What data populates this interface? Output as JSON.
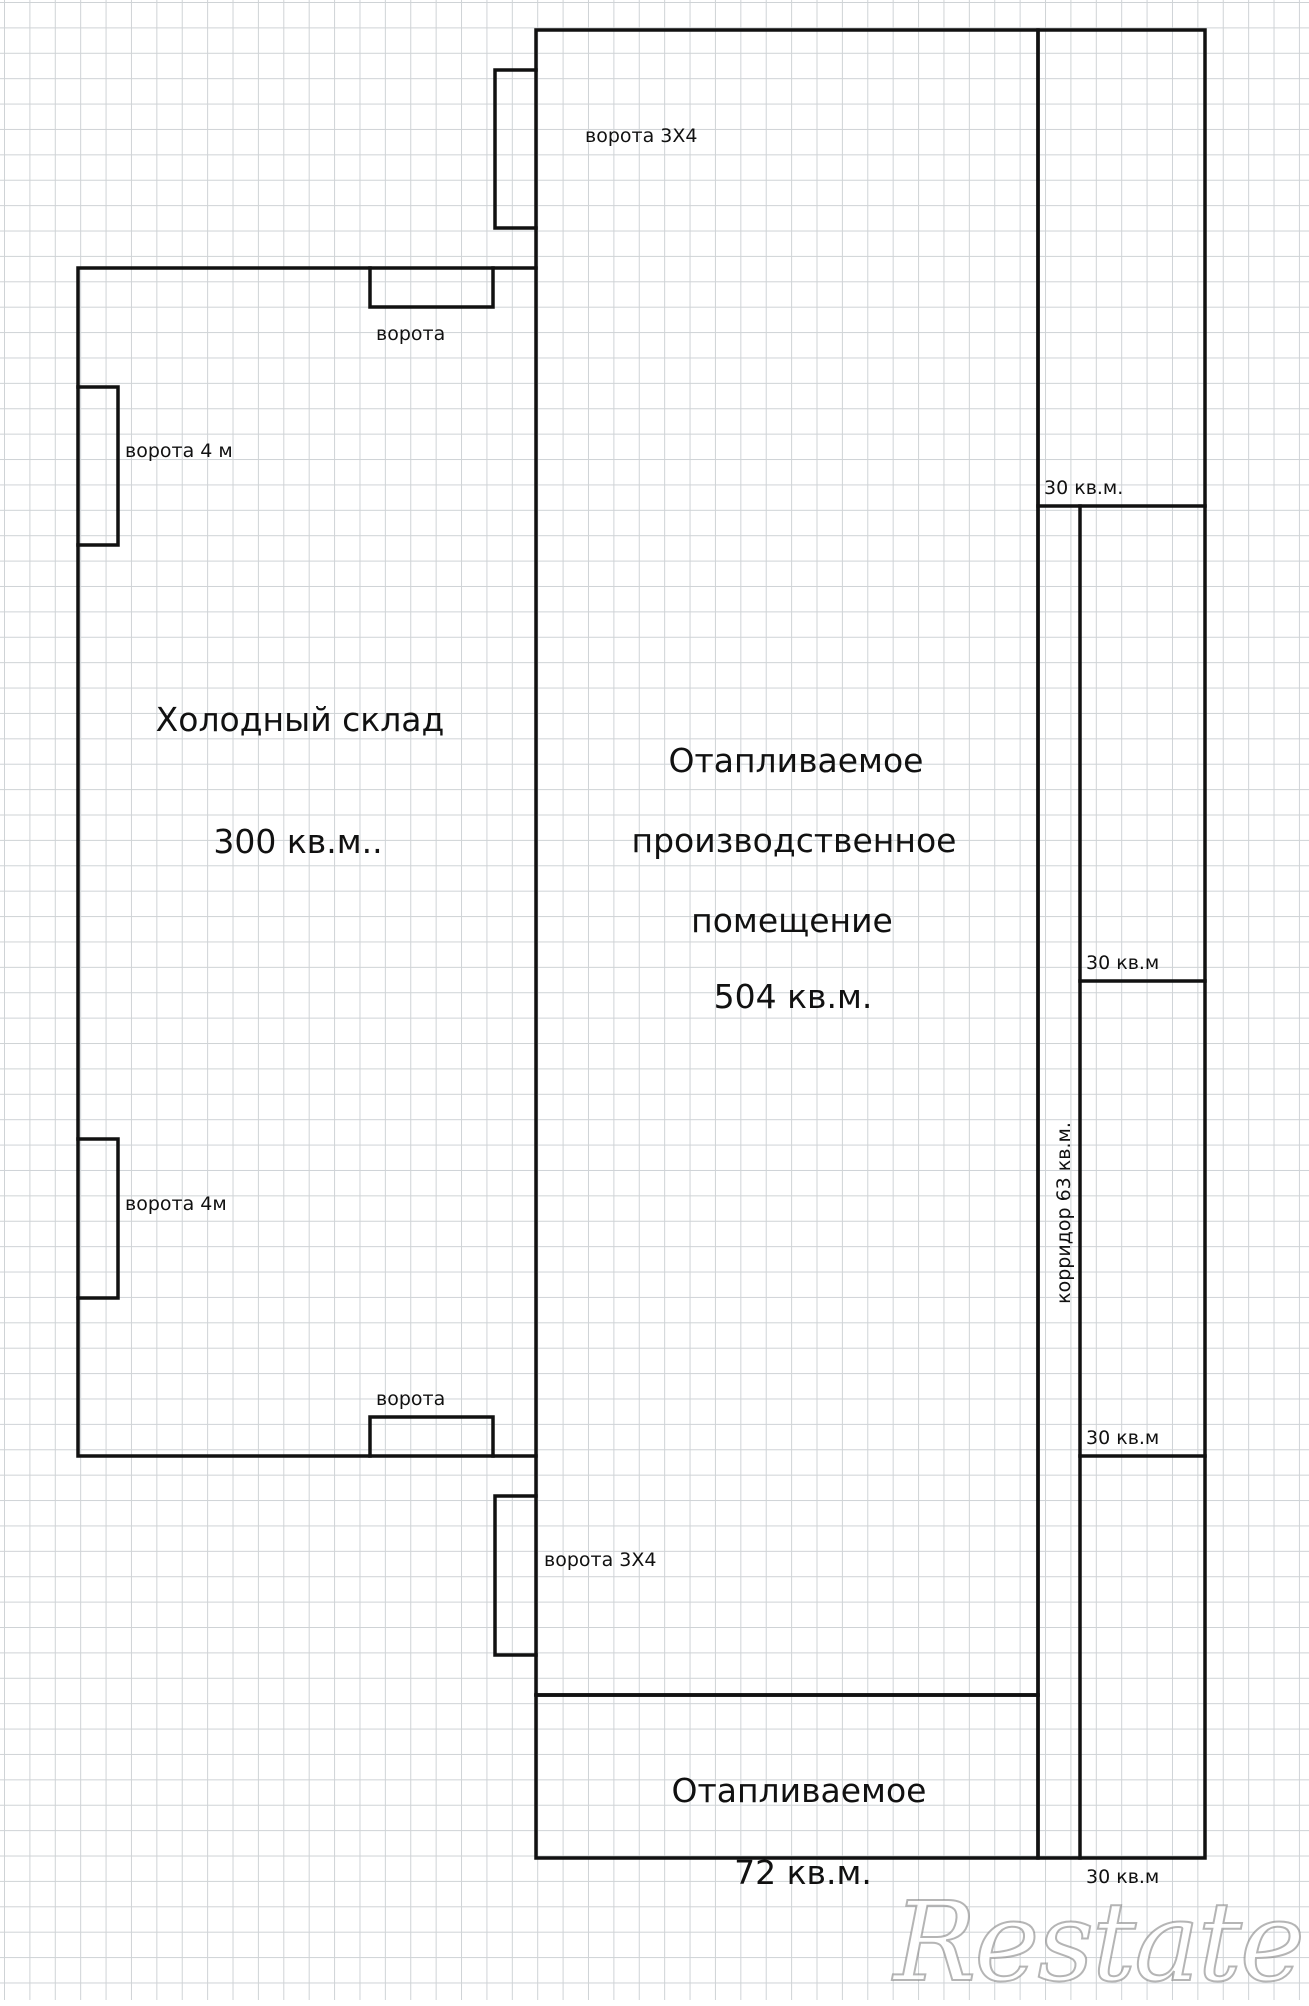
{
  "labels": {
    "gate_3x4_top": "ворота 3Х4",
    "gate_top": "ворота",
    "gate_4m_top": "ворота 4 м",
    "cold_title": "Холодный склад",
    "cold_area": "300 кв.м..",
    "heated_line1": "Отапливаемое",
    "heated_line2": "производственное",
    "heated_line3": "помещение",
    "heated_area": "504 кв.м.",
    "gate_4m_bottom": "ворота 4м",
    "gate_bottom": "ворота",
    "gate_3x4_bottom": "ворота 3Х4",
    "small_heated_title": "Отапливаемое",
    "small_heated_area": "72 кв.м.",
    "room1_area": "30 кв.м.",
    "room2_area": "30 кв.м",
    "room3_area": "30 кв.м",
    "room4_area": "30 кв.м",
    "corridor": "корридор 63 кв.м."
  },
  "watermark": "Restate",
  "colors": {
    "line": "#111111",
    "grid": "#cfd3d6",
    "background": "#ffffff"
  }
}
